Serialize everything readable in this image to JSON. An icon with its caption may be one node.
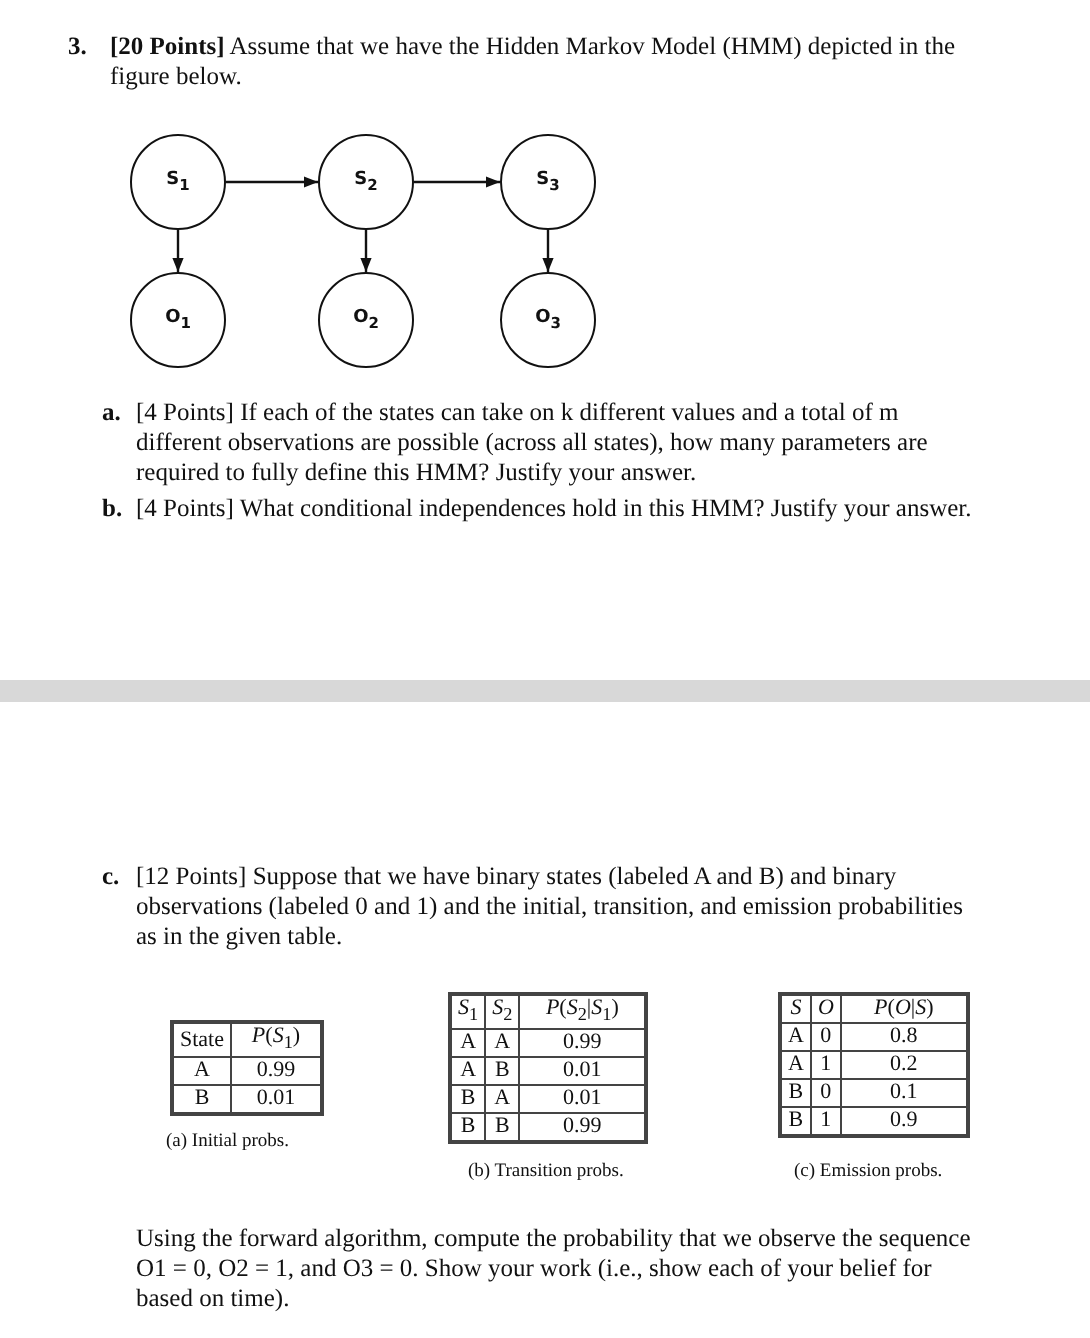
{
  "diagram": {
    "nodes": [
      {
        "text": [
          "S$_{1}$"
        ]
      },
      {
        "text": [
          "S$_{2}$"
        ]
      },
      {
        "text": [
          "S$_{3}$"
        ]
      },
      {
        "text": [
          "O$_{1}$"
        ]
      },
      {
        "text": [
          "O$_{2}$"
        ]
      },
      {
        "text": [
          "O$_{3}$"
        ]
      }
    ],
    "edges": [
      {
        "from": 0,
        "to": 1,
        "arrow": "to"
      },
      {
        "from": 1,
        "to": 2,
        "arrow": "to"
      },
      {
        "from": 0,
        "to": 3,
        "arrow": "to"
      },
      {
        "from": 1,
        "to": 4,
        "arrow": "to"
      },
      {
        "from": 2,
        "to": 5,
        "arrow": "to"
      }
    ],
    "labels": [
      "3.",
      "**[20 Points]** Assume that we have the Hidden Markov Model (HMM) depicted in the figure below.",
      "a.",
      "[4 Points] If each of the states can take on k different values and a total of m different observations are possible (across all states), how many parameters are required to fully define this HMM? Justify your answer.",
      "b.",
      "[4 Points] What conditional independences hold in this HMM? Justify your answer.",
      "c.",
      "[12 Points] Suppose that we have binary states (labeled A and B) and binary observations (labeled 0 and 1) and the initial, transition, and emission probabilities as in the given table.",
      "State",
      "*P*(*S*$_{1}$)",
      "A",
      "0.99",
      "B",
      "0.01",
      "(a) Initial probs.",
      "*S*$_{1}$",
      "*S*$_{2}$",
      "*P*(*S*$_{2}$|*S*$_{1}$)",
      "A",
      "A",
      "0.99",
      "A",
      "B",
      "0.01",
      "B",
      "A",
      "0.01",
      "B",
      "B",
      "0.99",
      "(b) Transition probs.",
      "*S*",
      "*O*",
      "*P*(*O*|*S*)",
      "A",
      "0",
      "0.8",
      "A",
      "1",
      "0.2",
      "B",
      "0",
      "0.1",
      "B",
      "1",
      "0.9",
      "(c) Emission probs.",
      "Using the forward algorithm, compute the probability that we observe the sequence O1 = 0, O2 = 1, and O3 = 0. Show your work (i.e., show each of your belief for based on time)."
    ]
  }
}
